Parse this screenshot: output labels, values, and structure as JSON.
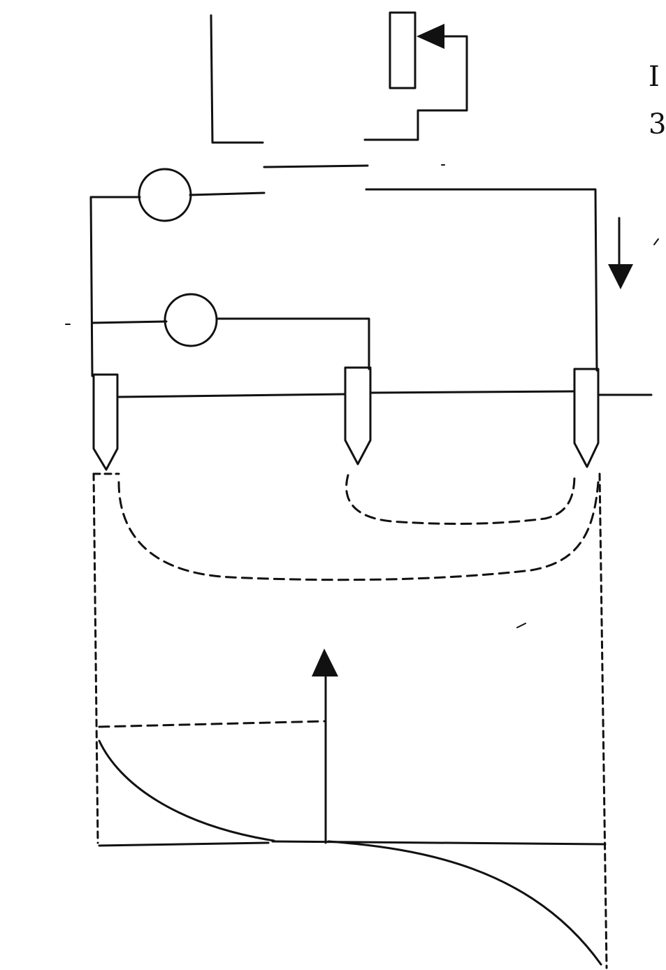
{
  "figure": {
    "edge_text_lines": [
      "I",
      "3"
    ],
    "ink_color": "#111111",
    "background_color": "#ffffff",
    "components": {
      "meters": 2,
      "electrodes": 3,
      "variable_resistor": 1,
      "field_curves": 2,
      "arrows": [
        "down-arrow",
        "up-arrow",
        "left-arrow"
      ]
    }
  }
}
